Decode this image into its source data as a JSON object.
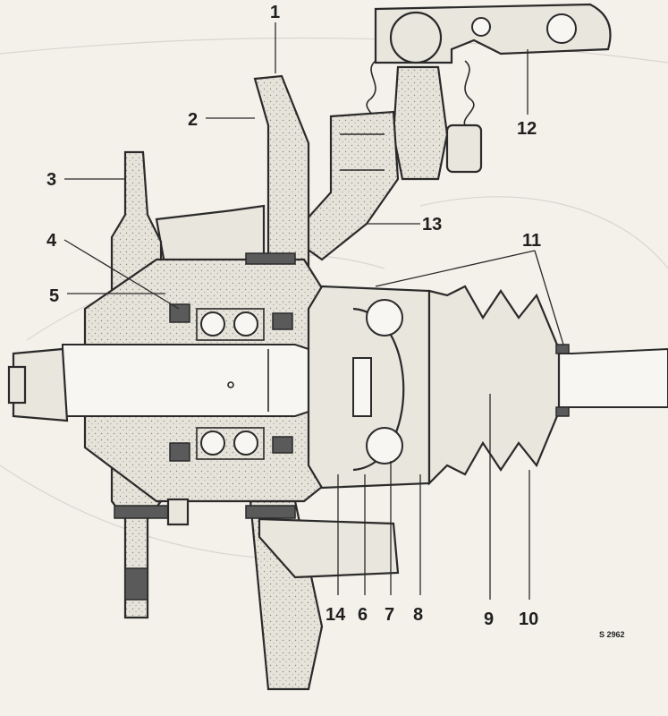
{
  "callouts": [
    {
      "id": "1",
      "label": "1"
    },
    {
      "id": "2",
      "label": "2"
    },
    {
      "id": "3",
      "label": "3"
    },
    {
      "id": "4",
      "label": "4"
    },
    {
      "id": "5",
      "label": "5"
    },
    {
      "id": "6",
      "label": "6"
    },
    {
      "id": "7",
      "label": "7"
    },
    {
      "id": "8",
      "label": "8"
    },
    {
      "id": "9",
      "label": "9"
    },
    {
      "id": "10",
      "label": "10"
    },
    {
      "id": "11",
      "label": "11"
    },
    {
      "id": "12",
      "label": "12"
    },
    {
      "id": "13",
      "label": "13"
    },
    {
      "id": "14",
      "label": "14"
    }
  ],
  "figure_ref": "S 2962",
  "colors": {
    "paper": "#f3f1ea",
    "ink": "#2a2a2a",
    "section_fill": "#e9e6de"
  }
}
